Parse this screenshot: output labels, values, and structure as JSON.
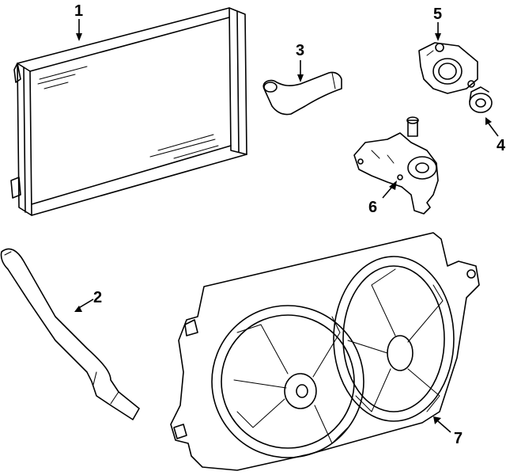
{
  "parts": [
    {
      "id": "radiator",
      "callout": "1"
    },
    {
      "id": "lower-hose",
      "callout": "2"
    },
    {
      "id": "upper-hose",
      "callout": "3"
    },
    {
      "id": "thermostat",
      "callout": "4"
    },
    {
      "id": "thermostat-housing",
      "callout": "5"
    },
    {
      "id": "water-pump",
      "callout": "6"
    },
    {
      "id": "fan-shroud-assembly",
      "callout": "7"
    }
  ]
}
